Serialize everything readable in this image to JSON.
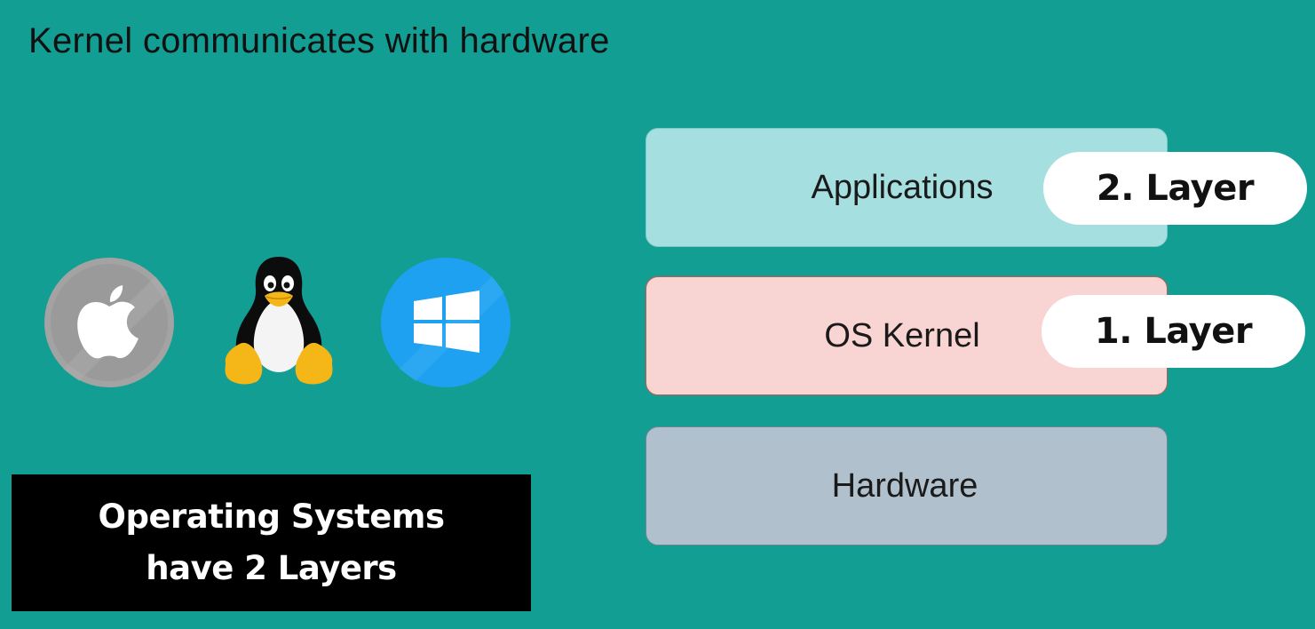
{
  "title": "Kernel communicates with hardware",
  "os_icons": [
    {
      "icon": "apple-icon",
      "color": "#a3a3a3"
    },
    {
      "icon": "linux-tux-icon",
      "color": "#f5b618"
    },
    {
      "icon": "windows-icon",
      "color": "#1ea1f0"
    }
  ],
  "layers": {
    "applications": {
      "label": "Applications",
      "color": "#a6dfe0"
    },
    "kernel": {
      "label": "OS Kernel",
      "color": "#f8d4d2"
    },
    "hardware": {
      "label": "Hardware",
      "color": "#b0c0cc"
    }
  },
  "badges": {
    "layer2": "2. Layer",
    "layer1": "1. Layer"
  },
  "caption": {
    "line1": "Operating Systems",
    "line2": "have 2 Layers"
  },
  "colors": {
    "background": "#139e94",
    "caption_bg": "#000000",
    "badge_bg": "#ffffff"
  }
}
